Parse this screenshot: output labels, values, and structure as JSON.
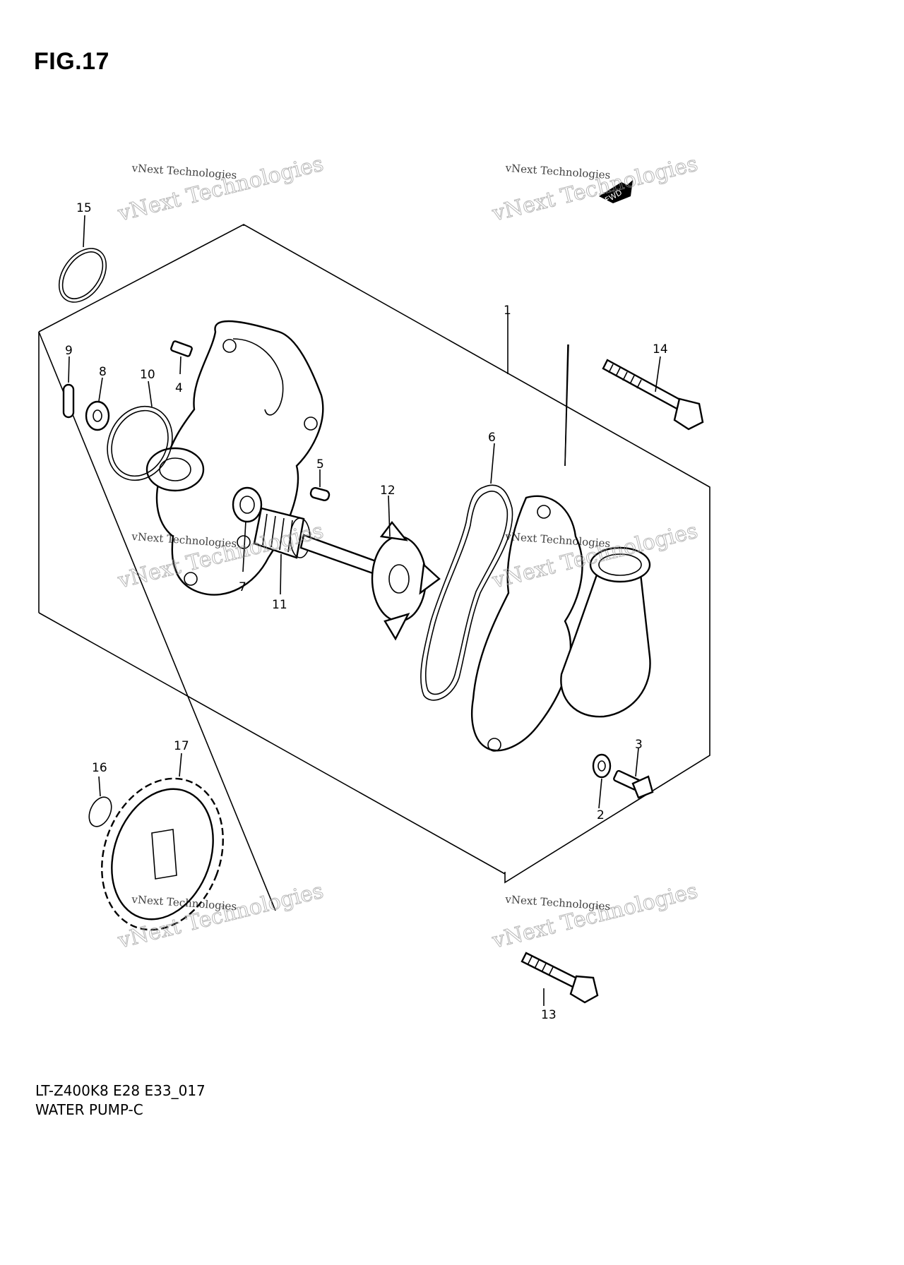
{
  "figure": {
    "title": "FIG.17"
  },
  "callouts": [
    {
      "id": "c1",
      "label": "1"
    },
    {
      "id": "c2",
      "label": "2"
    },
    {
      "id": "c3",
      "label": "3"
    },
    {
      "id": "c4",
      "label": "4"
    },
    {
      "id": "c5",
      "label": "5"
    },
    {
      "id": "c6",
      "label": "6"
    },
    {
      "id": "c7",
      "label": "7"
    },
    {
      "id": "c8",
      "label": "8"
    },
    {
      "id": "c9",
      "label": "9"
    },
    {
      "id": "c10",
      "label": "10"
    },
    {
      "id": "c11",
      "label": "11"
    },
    {
      "id": "c12",
      "label": "12"
    },
    {
      "id": "c13",
      "label": "13"
    },
    {
      "id": "c14",
      "label": "14"
    },
    {
      "id": "c15",
      "label": "15"
    },
    {
      "id": "c16",
      "label": "16"
    },
    {
      "id": "c17",
      "label": "17"
    }
  ],
  "direction_marker": "FWD",
  "watermark": {
    "small": "vNext Technologies",
    "large": "vNext Technologies"
  },
  "caption": {
    "model_code": "LT-Z400K8 E28 E33_017",
    "assembly_name": "WATER PUMP-C"
  }
}
